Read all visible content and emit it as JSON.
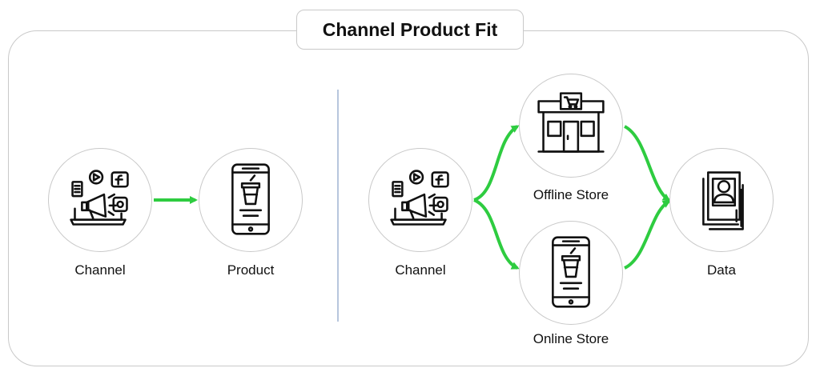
{
  "title": "Channel Product Fit",
  "left": {
    "channel_label": "Channel",
    "product_label": "Product"
  },
  "right": {
    "channel_label": "Channel",
    "offline_label": "Offline Store",
    "online_label": "Online Store",
    "data_label": "Data"
  },
  "colors": {
    "arrow": "#2ecc40",
    "border": "#c9c9c9",
    "divider": "#b7c6dd"
  }
}
